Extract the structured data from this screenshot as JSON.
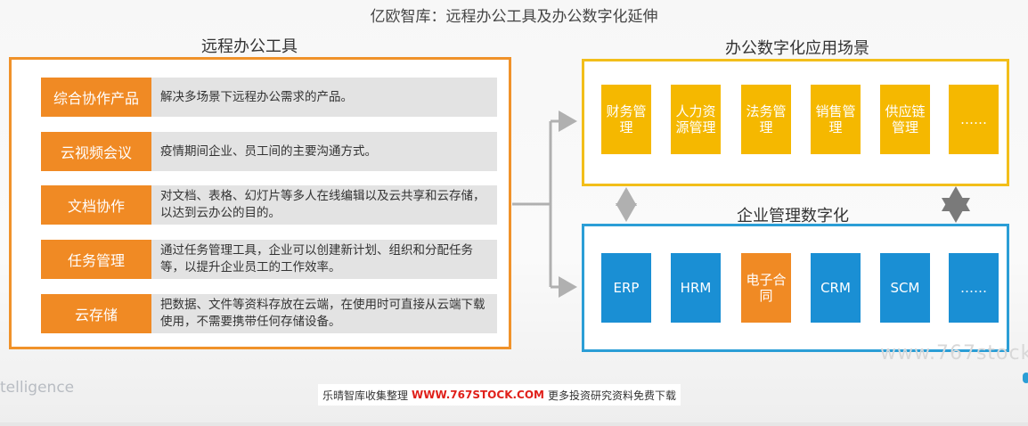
{
  "title": "亿欧智库：远程办公工具及办公数字化延伸",
  "left": {
    "heading": "远程办公工具",
    "rows": [
      {
        "label": "综合协作产品",
        "desc": "解决多场景下远程办公需求的产品。"
      },
      {
        "label": "云视频会议",
        "desc": "疫情期间企业、员工间的主要沟通方式。"
      },
      {
        "label": "文档协作",
        "desc": "对文档、表格、幻灯片等多人在线编辑以及云共享和云存储，以达到云办公的目的。"
      },
      {
        "label": "任务管理",
        "desc": "通过任务管理工具，企业可以创建新计划、组织和分配任务等，以提升企业员工的工作效率。"
      },
      {
        "label": "云存储",
        "desc": "把数据、文件等资料存放在云端，在使用时可直接从云端下载使用，不需要携带任何存储设备。"
      }
    ]
  },
  "right_top": {
    "heading": "办公数字化应用场景",
    "tiles": [
      "财务管理",
      "人力资源管理",
      "法务管理",
      "销售管理",
      "供应链管理",
      "……"
    ]
  },
  "right_bottom": {
    "heading": "企业管理数字化",
    "tiles": [
      "ERP",
      "HRM",
      "电子合同",
      "CRM",
      "SCM",
      "……"
    ]
  },
  "watermark": "www.767stock",
  "brand": "telligence",
  "footer": {
    "prefix": "乐晴智库收集整理",
    "url": "WWW.767STOCK.COM",
    "suffix": "更多投资研究资料免费下载"
  },
  "colors": {
    "orange": "#f08a24",
    "yellow": "#f5b800",
    "blue": "#1a8fd4",
    "desc_bg": "#e3e3e3"
  }
}
